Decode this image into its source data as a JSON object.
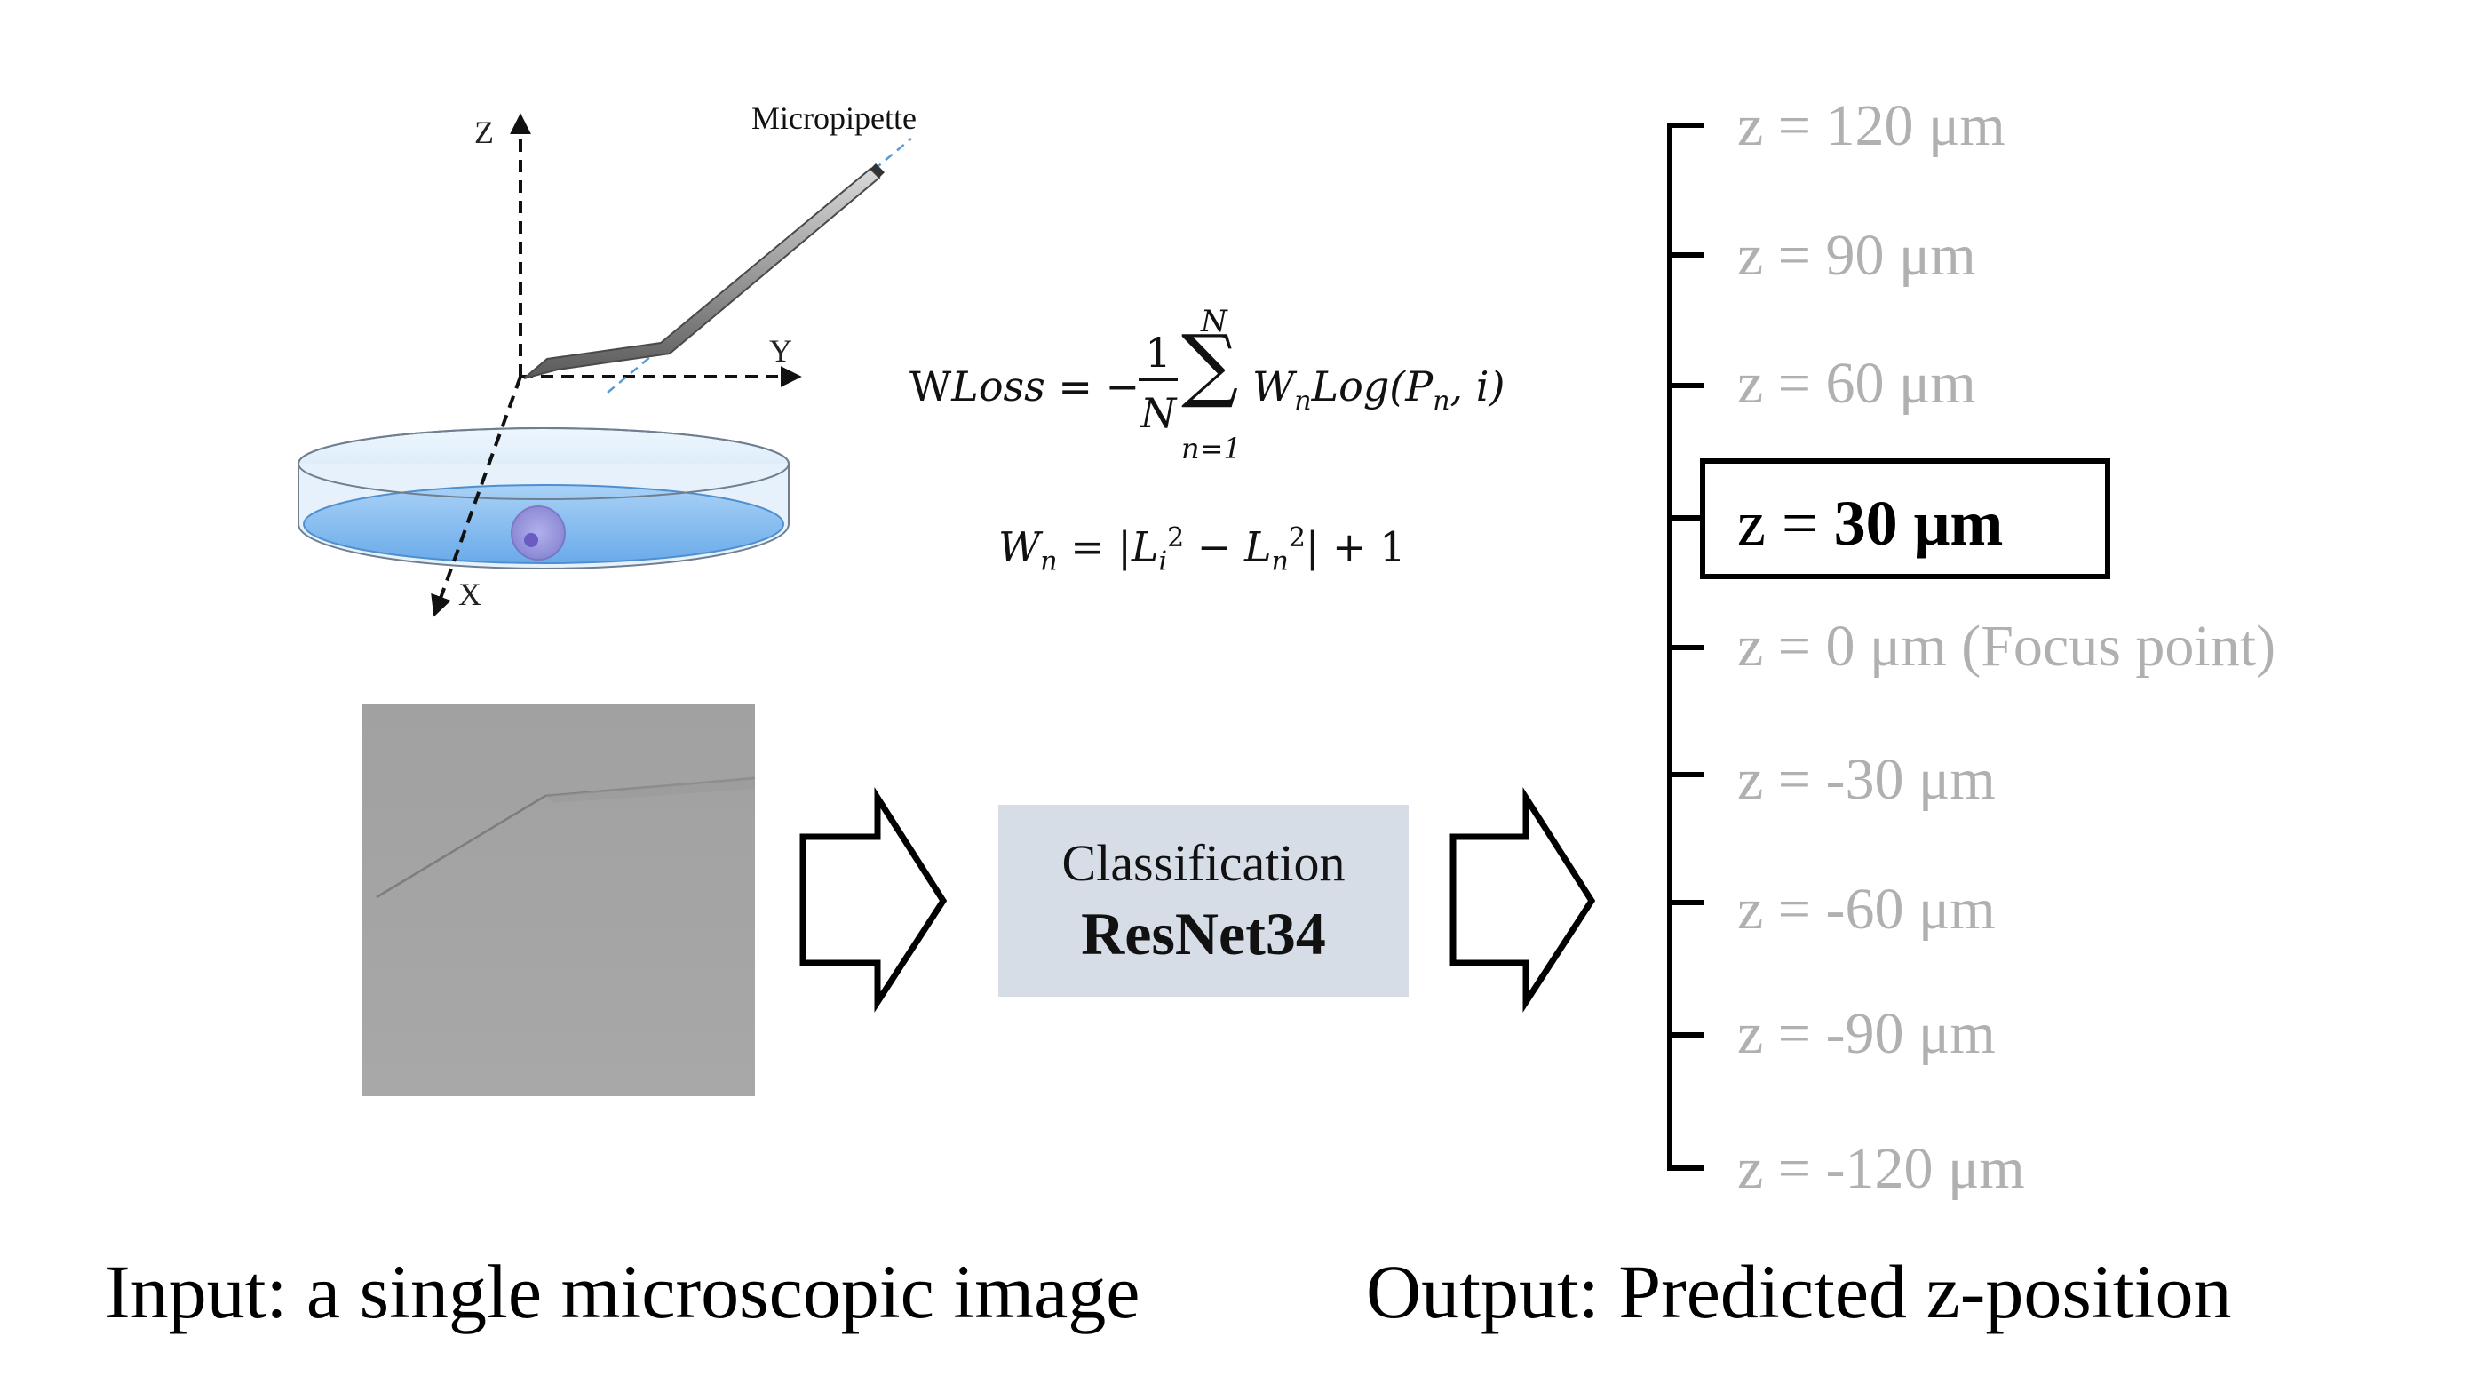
{
  "diagram": {
    "axes": {
      "z": "Z",
      "y": "Y",
      "x": "X"
    },
    "pipette_label": "Micropipette",
    "equations": {
      "wloss": {
        "lhs_prefix": "W",
        "lhs_italic": "Loss",
        "equals": "= −",
        "frac_num": "1",
        "frac_den": "N",
        "sum_top": "N",
        "sum_symbol": "∑",
        "sum_bottom": "n=1",
        "term_w": "W",
        "term_w_sub": "n",
        "term_log": "Log(",
        "term_p": "P",
        "term_p_sub": "n",
        "term_end": ", i)"
      },
      "wn": {
        "lhs": "W",
        "lhs_sub": "n",
        "equals": "= |",
        "l1": "L",
        "l1_sub": "i",
        "l1_sup": "2",
        "minus": " − ",
        "l2": "L",
        "l2_sub": "n",
        "l2_sup": "2",
        "tail": "| + 1"
      }
    },
    "classifier": {
      "line1": "Classification",
      "line2": "ResNet34"
    },
    "z_scale": {
      "labels": [
        "z = 120 μm",
        "z = 90 μm",
        "z = 60 μm",
        "z = 0 μm (Focus point)",
        "z = -30 μm",
        "z = -60 μm",
        "z = -90 μm",
        "z = -120 μm"
      ],
      "selected_prefix": "z = ",
      "selected_value": "30 μm"
    },
    "captions": {
      "input": "Input: a single microscopic image",
      "output": "Output: Predicted z-position"
    },
    "colors": {
      "dish_fill": "#bcdcf5",
      "water": "#7fb7ee",
      "cell": "#9c8fd6",
      "classifier_box": "#d7dde6",
      "inactive_label": "#b0b0b0",
      "pipette_axis": "#5a9bd5"
    }
  }
}
